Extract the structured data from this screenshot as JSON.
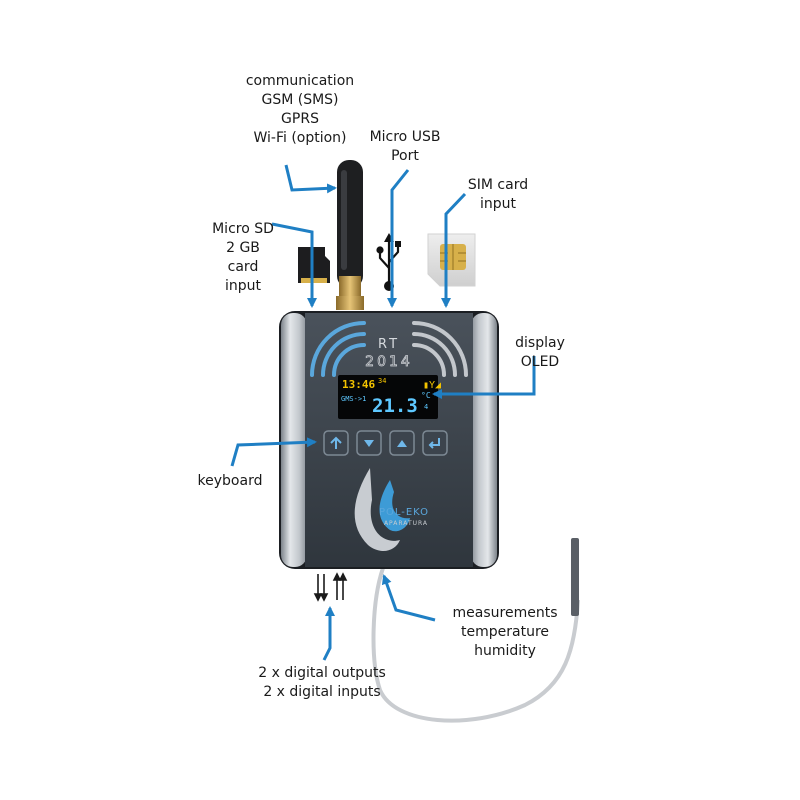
{
  "callouts": {
    "communication": [
      "communication",
      "GSM (SMS)",
      "GPRS",
      "Wi-Fi (option)"
    ],
    "micro_usb": [
      "Micro USB",
      "Port"
    ],
    "sim": [
      "SIM card",
      "input"
    ],
    "micro_sd": [
      "Micro SD",
      "2 GB",
      "card",
      "input"
    ],
    "display": [
      "display",
      "OLED"
    ],
    "keyboard": [
      "keyboard"
    ],
    "measurements": [
      "measurements",
      "temperature",
      "humidity"
    ],
    "io": [
      "2 x digital outputs",
      "2 x digital inputs"
    ]
  },
  "device": {
    "model": "RT",
    "model_number": "2014",
    "brand": "POL-EKO",
    "brand_sub": "APARATURA",
    "screen": {
      "time": "13:46",
      "seconds": "34",
      "status": "GMS->1",
      "reading": "21.3",
      "unit_top": "°C",
      "unit_bottom": "4"
    }
  },
  "colors": {
    "arrow": "#1f7fc4",
    "body_dark": "#3b434c",
    "body_metal": "#b9bec4",
    "oled_yellow": "#f2c200",
    "oled_blue": "#5ec8ff",
    "logo_blue": "#3d9bd6"
  }
}
